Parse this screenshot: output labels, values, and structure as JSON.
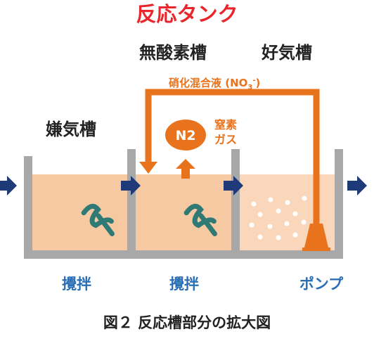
{
  "title": "反応タンク",
  "labels": {
    "anoxic": "無酸素槽",
    "aerobic": "好気槽",
    "anaerobic": "嫌気槽",
    "recycle": "硝化混合液 (NO",
    "recycle_sub": "3",
    "recycle_sup": "-",
    "recycle_close": ")",
    "n2": "N2",
    "gas_line1": "窒素",
    "gas_line2": "ガス",
    "mixer1": "攪拌",
    "mixer2": "攪拌",
    "pump": "ポンプ"
  },
  "caption": "図２ 反応槽部分の拡大図",
  "colors": {
    "title": "#e8262b",
    "orange": "#e9721d",
    "tank_fill": "#f7c9a2",
    "aerobic_fill": "#fad7bb",
    "wall": "#a8a8a8",
    "arrow_blue": "#1e3a78",
    "mixer": "#2f7a74",
    "label_blue": "#2a6fb5"
  }
}
